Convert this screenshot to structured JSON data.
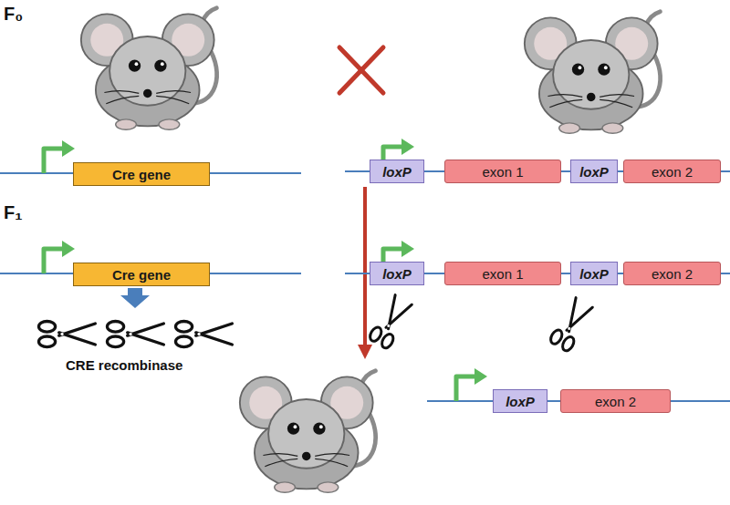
{
  "diagram": {
    "nodes": [
      {
        "text": [
          "Cre gene"
        ]
      },
      {
        "text": [
          "loxP"
        ]
      },
      {
        "text": [
          "exon 1"
        ]
      },
      {
        "text": [
          "loxP"
        ]
      },
      {
        "text": [
          "exon 2"
        ]
      },
      {
        "text": [
          "Cre gene"
        ]
      },
      {
        "text": [
          "loxP"
        ]
      },
      {
        "text": [
          "exon 1"
        ]
      },
      {
        "text": [
          "loxP"
        ]
      },
      {
        "text": [
          "exon 2"
        ]
      },
      {
        "text": [
          "loxP"
        ]
      },
      {
        "text": [
          "exon 2"
        ]
      }
    ],
    "edges": [
      {
        "from": 1,
        "to": 2,
        "arrow": "none"
      },
      {
        "from": 2,
        "to": 3,
        "arrow": "none"
      },
      {
        "from": 3,
        "to": 4,
        "arrow": "none"
      },
      {
        "from": 6,
        "to": 7,
        "arrow": "none"
      },
      {
        "from": 7,
        "to": 8,
        "arrow": "none"
      },
      {
        "from": 8,
        "to": 9,
        "arrow": "none"
      },
      {
        "from": 10,
        "to": 11,
        "arrow": "none"
      }
    ],
    "labels": [
      "F₀",
      "F₁",
      "CRE recombinase"
    ]
  }
}
